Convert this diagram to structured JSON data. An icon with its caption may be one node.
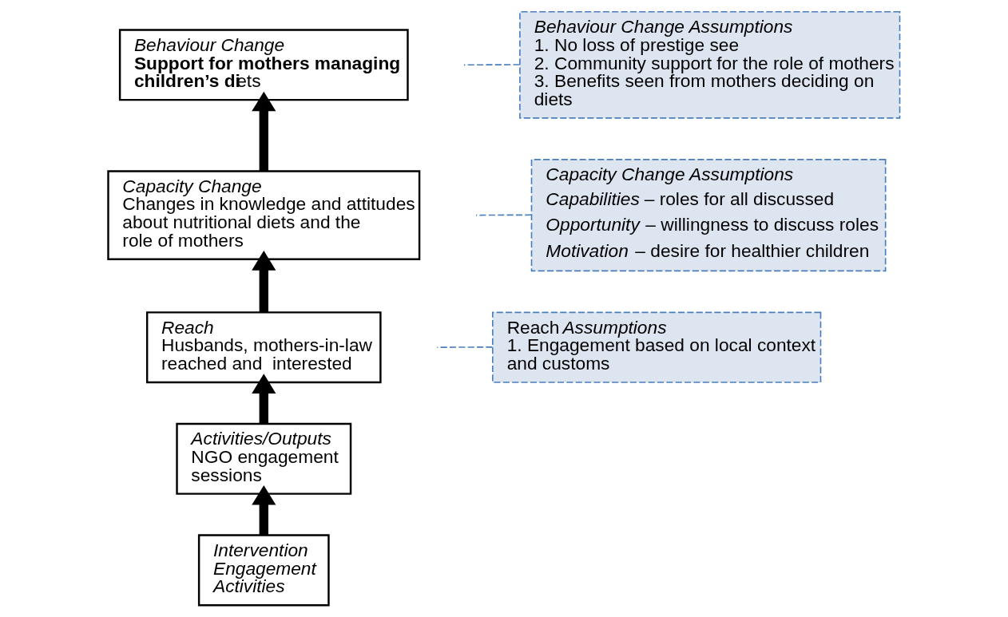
{
  "diagram": {
    "nodes": [
      {
        "text": [
          "*Behaviour Change*",
          "**Support for mothers managing children’s di**ets"
        ]
      },
      {
        "text": [
          "*Capacity Change*",
          "Changes in knowledge and attitudes about nutritional diets and the role of mothers"
        ]
      },
      {
        "text": [
          "*Reach*",
          "Husbands, mothers-in-law reached and  interested"
        ]
      },
      {
        "text": [
          "*Activities/Outputs*",
          "NGO engagement sessions"
        ]
      },
      {
        "text": [
          "*Intervention Engagement Activities*"
        ]
      },
      {
        "text": [
          "*Behaviour Change Assumptions*",
          "1. No loss of prestige see",
          "2. Community support for the role of mothers",
          "3. Benefits seen from mothers deciding on diets"
        ]
      },
      {
        "text": [
          "*Capacity Change Assumptions*",
          "*Capabilities* – roles for all discussed",
          "*Opportunity* – willingness to discuss roles",
          "*Motivation* – desire for healthier children"
        ]
      },
      {
        "text": [
          "Reach *Assumptions*",
          "1. Engagement based on local context and customs"
        ]
      }
    ],
    "edges": [
      {
        "from": 4,
        "to": 3,
        "arrow": "to"
      },
      {
        "from": 3,
        "to": 2,
        "arrow": "to"
      },
      {
        "from": 2,
        "to": 1,
        "arrow": "to"
      },
      {
        "from": 1,
        "to": 0,
        "arrow": "to"
      },
      {
        "from": 5,
        "to": null,
        "arrow": "none",
        "style": "dashed",
        "color": "#4a7ebb"
      },
      {
        "from": 6,
        "to": null,
        "arrow": "none",
        "style": "dashed",
        "color": "#4a7ebb"
      },
      {
        "from": 7,
        "to": null,
        "arrow": "none",
        "style": "dashed",
        "color": "#4a7ebb"
      }
    ]
  }
}
